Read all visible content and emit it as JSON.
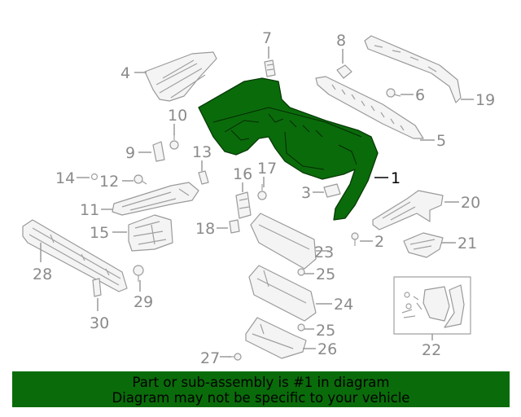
{
  "callouts": {
    "c1": "1",
    "c2": "2",
    "c3": "3",
    "c4": "4",
    "c5": "5",
    "c6": "6",
    "c7": "7",
    "c8": "8",
    "c9": "9",
    "c10": "10",
    "c11": "11",
    "c12": "12",
    "c13": "13",
    "c14": "14",
    "c15": "15",
    "c16": "16",
    "c17": "17",
    "c18": "18",
    "c19": "19",
    "c20": "20",
    "c21": "21",
    "c22": "22",
    "c23": "23",
    "c24": "24",
    "c25a": "25",
    "c25b": "25",
    "c26": "26",
    "c27": "27",
    "c28": "28",
    "c29": "29",
    "c30": "30"
  },
  "highlighted_part": "1",
  "colors": {
    "highlight": "#0a6b0a",
    "banner": "#0a6b0a",
    "label": "#8a8a8a",
    "label_highlight": "#000000"
  },
  "banner": {
    "line1": "Part or sub-assembly is #1 in diagram",
    "line2": "Diagram may not be specific to your vehicle"
  }
}
